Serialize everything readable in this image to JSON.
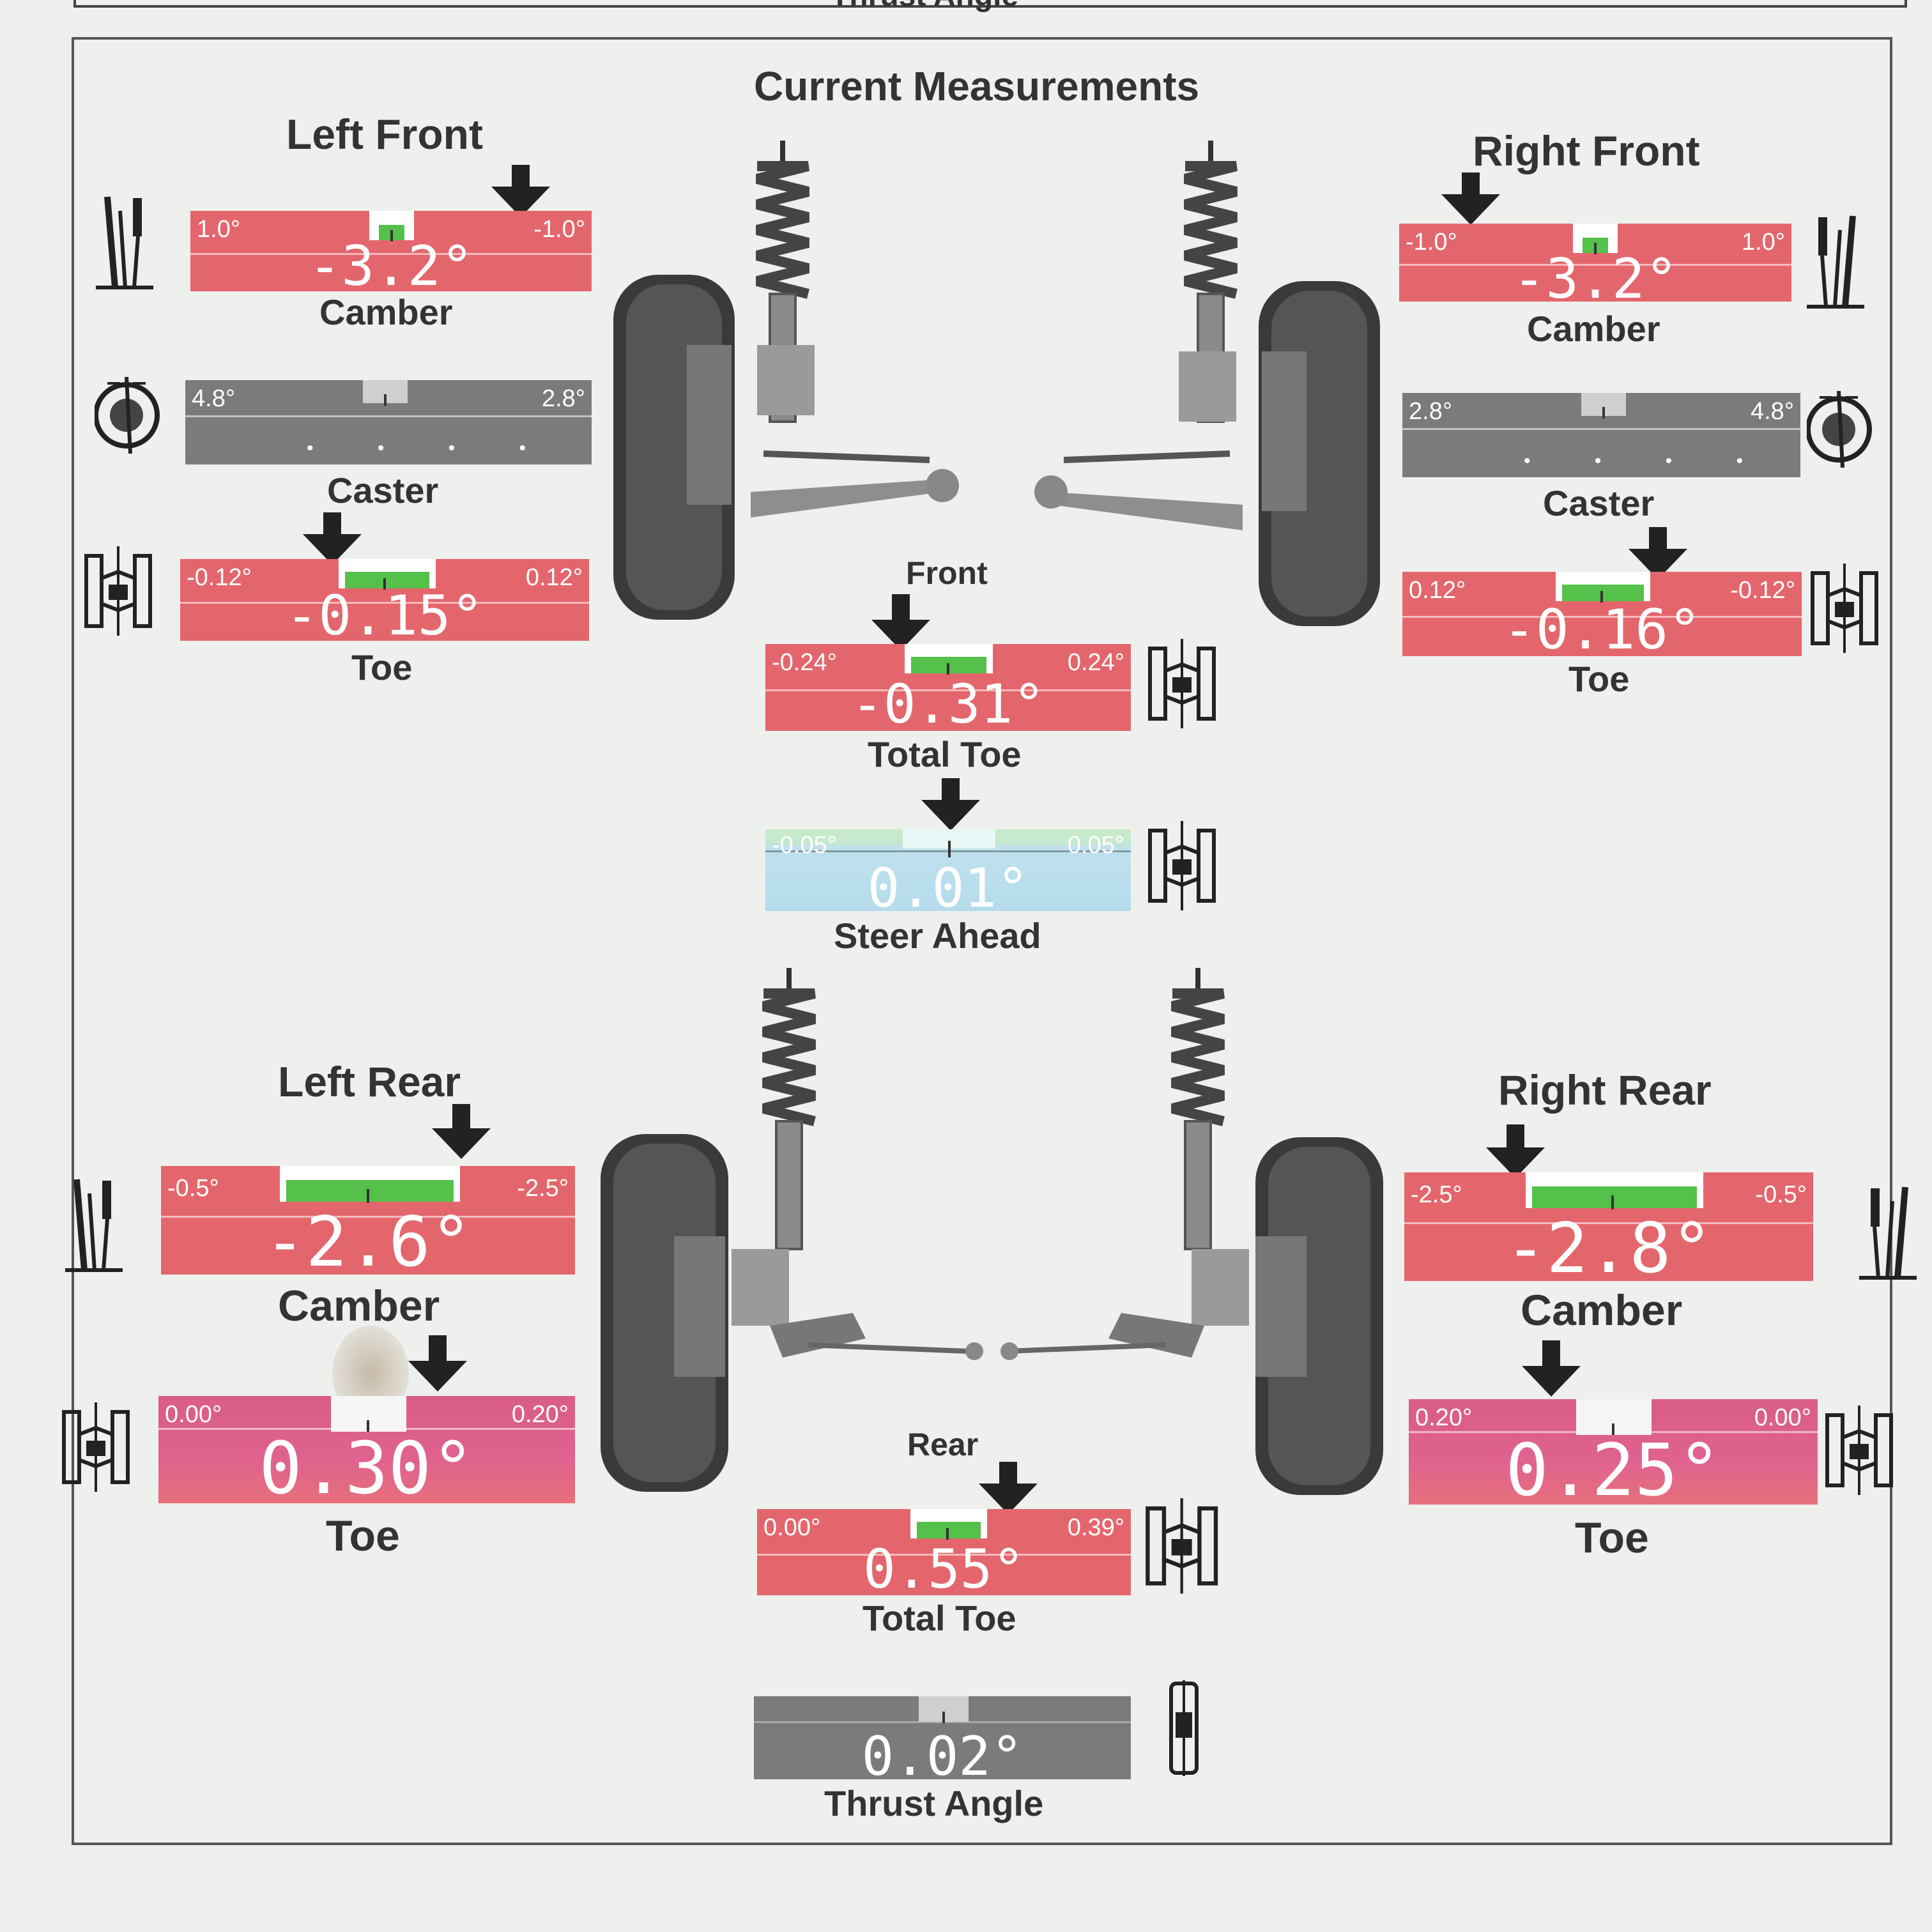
{
  "top_cut_label": "Thrust Angle",
  "title": "Current Measurements",
  "corners": {
    "left_front": "Left Front",
    "right_front": "Right Front",
    "left_rear": "Left Rear",
    "right_rear": "Right Rear"
  },
  "gauges": {
    "lf_camber": {
      "label": "Camber",
      "min": "1.0°",
      "max": "-1.0°",
      "value": "-3.2°",
      "status_color": "#e4666d"
    },
    "lf_caster": {
      "label": "Caster",
      "min": "4.8°",
      "max": "2.8°",
      "value": "",
      "status_color": "#7b7b7b"
    },
    "lf_toe": {
      "label": "Toe",
      "min": "-0.12°",
      "max": "0.12°",
      "value": "-0.15°",
      "status_color": "#e4666d"
    },
    "rf_camber": {
      "label": "Camber",
      "min": "-1.0°",
      "max": "1.0°",
      "value": "-3.2°",
      "status_color": "#e4666d"
    },
    "rf_caster": {
      "label": "Caster",
      "min": "2.8°",
      "max": "4.8°",
      "value": "",
      "status_color": "#7b7b7b"
    },
    "rf_toe": {
      "label": "Toe",
      "min": "0.12°",
      "max": "-0.12°",
      "value": "-0.16°",
      "status_color": "#e4666d"
    },
    "front_total_toe": {
      "heading": "Front",
      "label": "Total Toe",
      "min": "-0.24°",
      "max": "0.24°",
      "value": "-0.31°",
      "status_color": "#e4666d"
    },
    "steer_ahead": {
      "label": "Steer Ahead",
      "min": "-0.05°",
      "max": "0.05°",
      "value": "0.01°",
      "status_color": "#b5dcec"
    },
    "lr_camber": {
      "label": "Camber",
      "min": "-0.5°",
      "max": "-2.5°",
      "value": "-2.6°",
      "status_color": "#e4666d"
    },
    "lr_toe": {
      "label": "Toe",
      "min": "0.00°",
      "max": "0.20°",
      "value": "0.30°",
      "status_color": "#d95d86"
    },
    "rr_camber": {
      "label": "Camber",
      "min": "-2.5°",
      "max": "-0.5°",
      "value": "-2.8°",
      "status_color": "#e4666d"
    },
    "rr_toe": {
      "label": "Toe",
      "min": "0.20°",
      "max": "0.00°",
      "value": "0.25°",
      "status_color": "#d95d86"
    },
    "rear_total_toe": {
      "heading": "Rear",
      "label": "Total Toe",
      "min": "0.00°",
      "max": "0.39°",
      "value": "0.55°",
      "status_color": "#e4666d"
    },
    "thrust_angle": {
      "label": "Thrust Angle",
      "min": "",
      "max": "",
      "value": "0.02°",
      "status_color": "#7b7b7b"
    }
  },
  "icons": [
    "camber-icon",
    "caster-icon",
    "toe-icon",
    "total-toe-icon",
    "steer-ahead-icon",
    "thrust-angle-icon",
    "down-arrow-icon",
    "front-suspension-illustration",
    "rear-suspension-illustration"
  ]
}
